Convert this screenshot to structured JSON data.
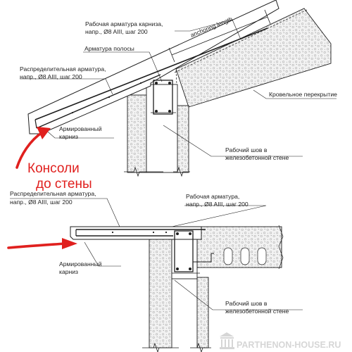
{
  "colors": {
    "line": "#1e1e1e",
    "hatch_fill": "#f2f2f2",
    "dots": "#9a9a9a",
    "arrow": "#e0201e",
    "watermark": "#d6d6d6"
  },
  "top_detail": {
    "label_working_rebar_cornice": [
      "Рабочая арматура карниза,",
      "напр., Ø8 AIII, шаг 200"
    ],
    "label_anchoring": "anchoring length",
    "label_strip_rebar": "Арматура полосы",
    "label_distribution_rebar": [
      "Распределительная  арматура,",
      "напр., Ø8 AIII, шаг 200"
    ],
    "label_roof_slab": "Кровельное перекрытие",
    "label_reinforced_cornice": [
      "Армированный",
      "карниз"
    ],
    "label_working_joint": [
      "Рабочий шов в",
      "железобетонной стене"
    ]
  },
  "annotation": {
    "consoles_text": [
      "Консоли",
      "до стены"
    ],
    "arrow_icon": "red-arrow-icon"
  },
  "bottom_detail": {
    "label_distribution_rebar": [
      "Распределительная  арматура,",
      "напр., Ø8 AIII, шаг 200"
    ],
    "label_working_rebar": [
      "Рабочая арматура,",
      "напр., Ø8 AIII, шаг 200"
    ],
    "label_reinforced_cornice": [
      "Армированный",
      "карниз"
    ],
    "label_working_joint": [
      "Рабочий шов в",
      "железобетонной стене"
    ]
  },
  "watermark": {
    "text": "PARTHENON-HOUSE.RU",
    "icon": "temple-icon"
  }
}
